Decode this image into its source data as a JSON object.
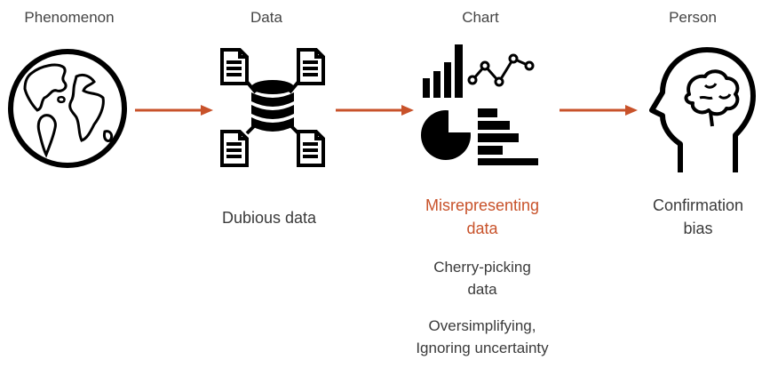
{
  "colors": {
    "accent": "#c8522a",
    "text": "#3a3a3a",
    "icon": "#000000"
  },
  "stages": [
    {
      "label": "Phenomenon",
      "icon": "globe-icon"
    },
    {
      "label": "Data",
      "icon": "database-documents-icon"
    },
    {
      "label": "Chart",
      "icon": "charts-icon"
    },
    {
      "label": "Person",
      "icon": "head-brain-icon"
    }
  ],
  "notes": {
    "data": [
      "Dubious data"
    ],
    "chart_primary": [
      "Misrepresenting",
      "data"
    ],
    "chart_secondary_1": [
      "Cherry-picking",
      "data"
    ],
    "chart_secondary_2": [
      "Oversimplifying,",
      "Ignoring uncertainty"
    ],
    "person": [
      "Confirmation",
      "bias"
    ]
  }
}
